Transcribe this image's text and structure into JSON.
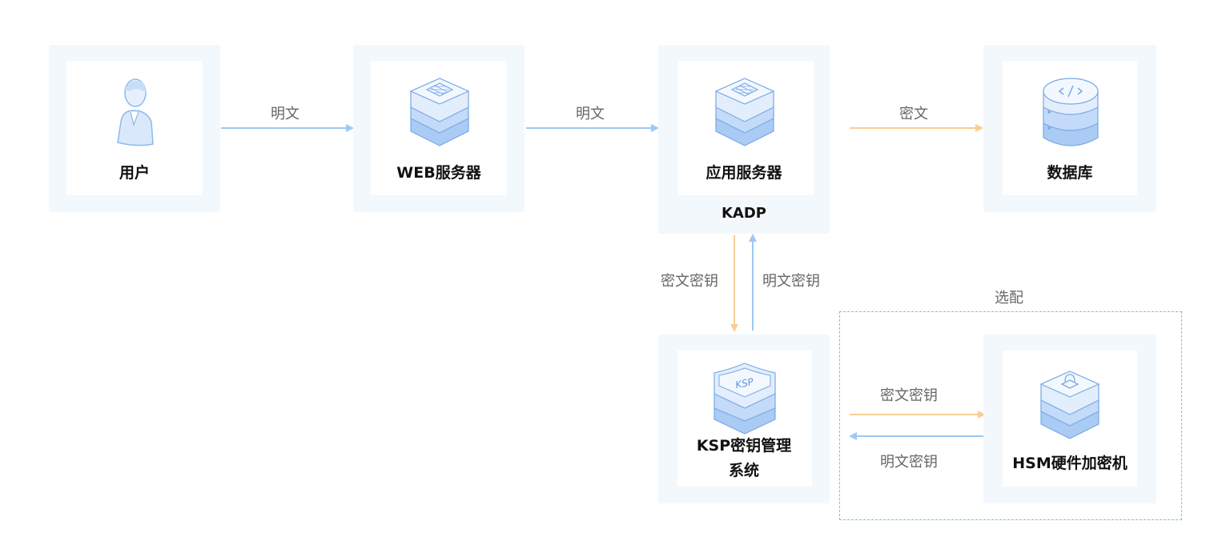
{
  "nodes": {
    "user": {
      "title": "用户"
    },
    "web": {
      "title": "WEB服务器"
    },
    "app": {
      "title": "应用服务器",
      "subtitle": "KADP"
    },
    "db": {
      "title": "数据库"
    },
    "ksp": {
      "title_line1": "KSP密钥管理",
      "title_line2": "系统"
    },
    "hsm": {
      "title": "HSM硬件加密机"
    }
  },
  "edges": {
    "user_to_web": "明文",
    "web_to_app": "明文",
    "app_to_db": "密文",
    "app_to_ksp": "密文密钥",
    "ksp_to_app": "明文密钥",
    "ksp_to_hsm": "密文密钥",
    "hsm_to_ksp": "明文密钥"
  },
  "optional_group": {
    "label": "选配"
  },
  "colors": {
    "plaintext_arrow": "#9cc9f5",
    "ciphertext_arrow": "#f7cf95",
    "dashed_border": "#6cc6e6",
    "node_bg": "#f3f8fd"
  },
  "icons": {
    "user": "person-icon",
    "web": "server-grid-icon",
    "app": "server-grid-icon",
    "db": "database-code-icon",
    "ksp": "ksp-shield-icon",
    "hsm": "lock-server-icon"
  }
}
